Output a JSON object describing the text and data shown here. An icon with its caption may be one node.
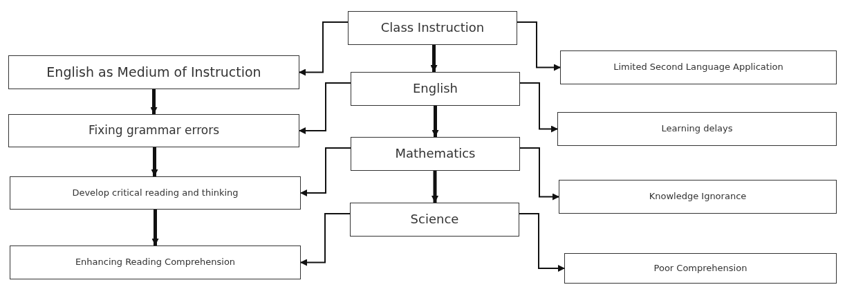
{
  "diagram": {
    "nodes": [
      {
        "text": [
          "Class Instruction"
        ]
      },
      {
        "text": [
          "English as Medium of Instruction"
        ]
      },
      {
        "text": [
          "Limited Second Language Application"
        ]
      },
      {
        "text": [
          "English"
        ]
      },
      {
        "text": [
          "Fixing grammar errors"
        ]
      },
      {
        "text": [
          "Learning delays"
        ]
      },
      {
        "text": [
          "Mathematics"
        ]
      },
      {
        "text": [
          "Develop critical reading and thinking"
        ]
      },
      {
        "text": [
          "Knowledge Ignorance"
        ]
      },
      {
        "text": [
          "Science"
        ]
      },
      {
        "text": [
          "Enhancing Reading Comprehension"
        ]
      },
      {
        "text": [
          "Poor Comprehension"
        ]
      }
    ],
    "edges": [
      {
        "from": 0,
        "to": 3,
        "arrow": "to",
        "style": "thick"
      },
      {
        "from": 3,
        "to": 6,
        "arrow": "to",
        "style": "thick"
      },
      {
        "from": 6,
        "to": 9,
        "arrow": "to",
        "style": "thick"
      },
      {
        "from": 1,
        "to": 4,
        "arrow": "to",
        "style": "thick"
      },
      {
        "from": 4,
        "to": 7,
        "arrow": "to",
        "style": "thick"
      },
      {
        "from": 7,
        "to": 10,
        "arrow": "to",
        "style": "thick"
      },
      {
        "from": 0,
        "to": 1,
        "arrow": "to"
      },
      {
        "from": 0,
        "to": 2,
        "arrow": "to"
      },
      {
        "from": 3,
        "to": 4,
        "arrow": "to"
      },
      {
        "from": 3,
        "to": 5,
        "arrow": "to"
      },
      {
        "from": 6,
        "to": 7,
        "arrow": "to"
      },
      {
        "from": 6,
        "to": 8,
        "arrow": "to"
      },
      {
        "from": 9,
        "to": 10,
        "arrow": "to"
      },
      {
        "from": 9,
        "to": 11,
        "arrow": "to"
      }
    ]
  }
}
